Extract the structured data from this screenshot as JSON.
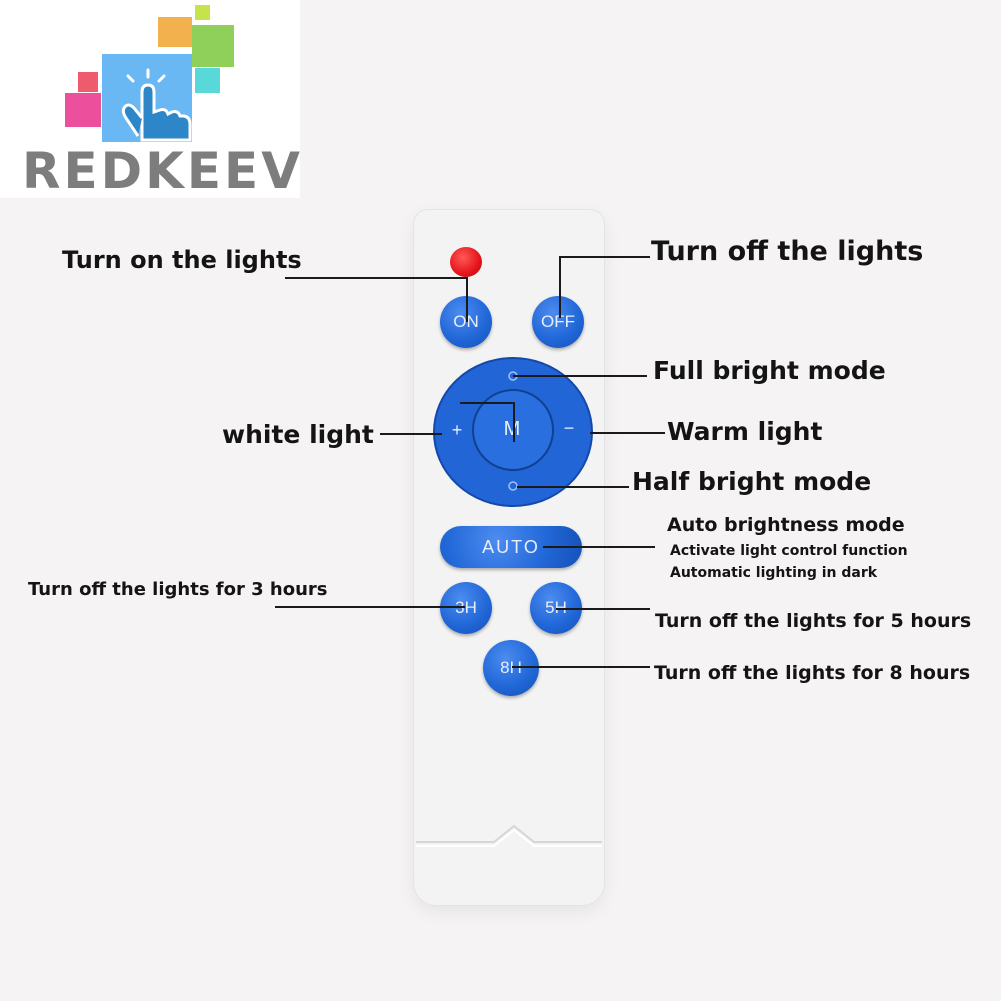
{
  "logo": {
    "brand": "REDKEEV",
    "colors": {
      "yellow": "#f2b14c",
      "green": "#8ed05a",
      "lime": "#c6e34c",
      "blue": "#69b7f3",
      "cyan": "#58d8d8",
      "pink": "#ec4f9c",
      "red": "#ee5b6d",
      "text": "#7d7d7d"
    }
  },
  "remote": {
    "indicator_color": "#e4141b",
    "button_color": "#2268d8",
    "buttons": {
      "on": "ON",
      "off": "OFF",
      "plus": "+",
      "mode": "M",
      "minus": "−",
      "auto": "AUTO",
      "h3": "3H",
      "h5": "5H",
      "h8": "8H"
    }
  },
  "labels": {
    "turn_on": "Turn on the lights",
    "turn_off": "Turn off the lights",
    "full_bright": "Full bright mode",
    "white_light": "white light",
    "warm_light": "Warm light",
    "half_bright": "Half bright mode",
    "auto_title": "Auto brightness mode",
    "auto_line1": "Activate light control function",
    "auto_line2": "Automatic lighting in dark",
    "off_3h": "Turn off the lights for 3 hours",
    "off_5h": "Turn off the lights for 5 hours",
    "off_8h": "Turn off the lights for 8 hours"
  }
}
